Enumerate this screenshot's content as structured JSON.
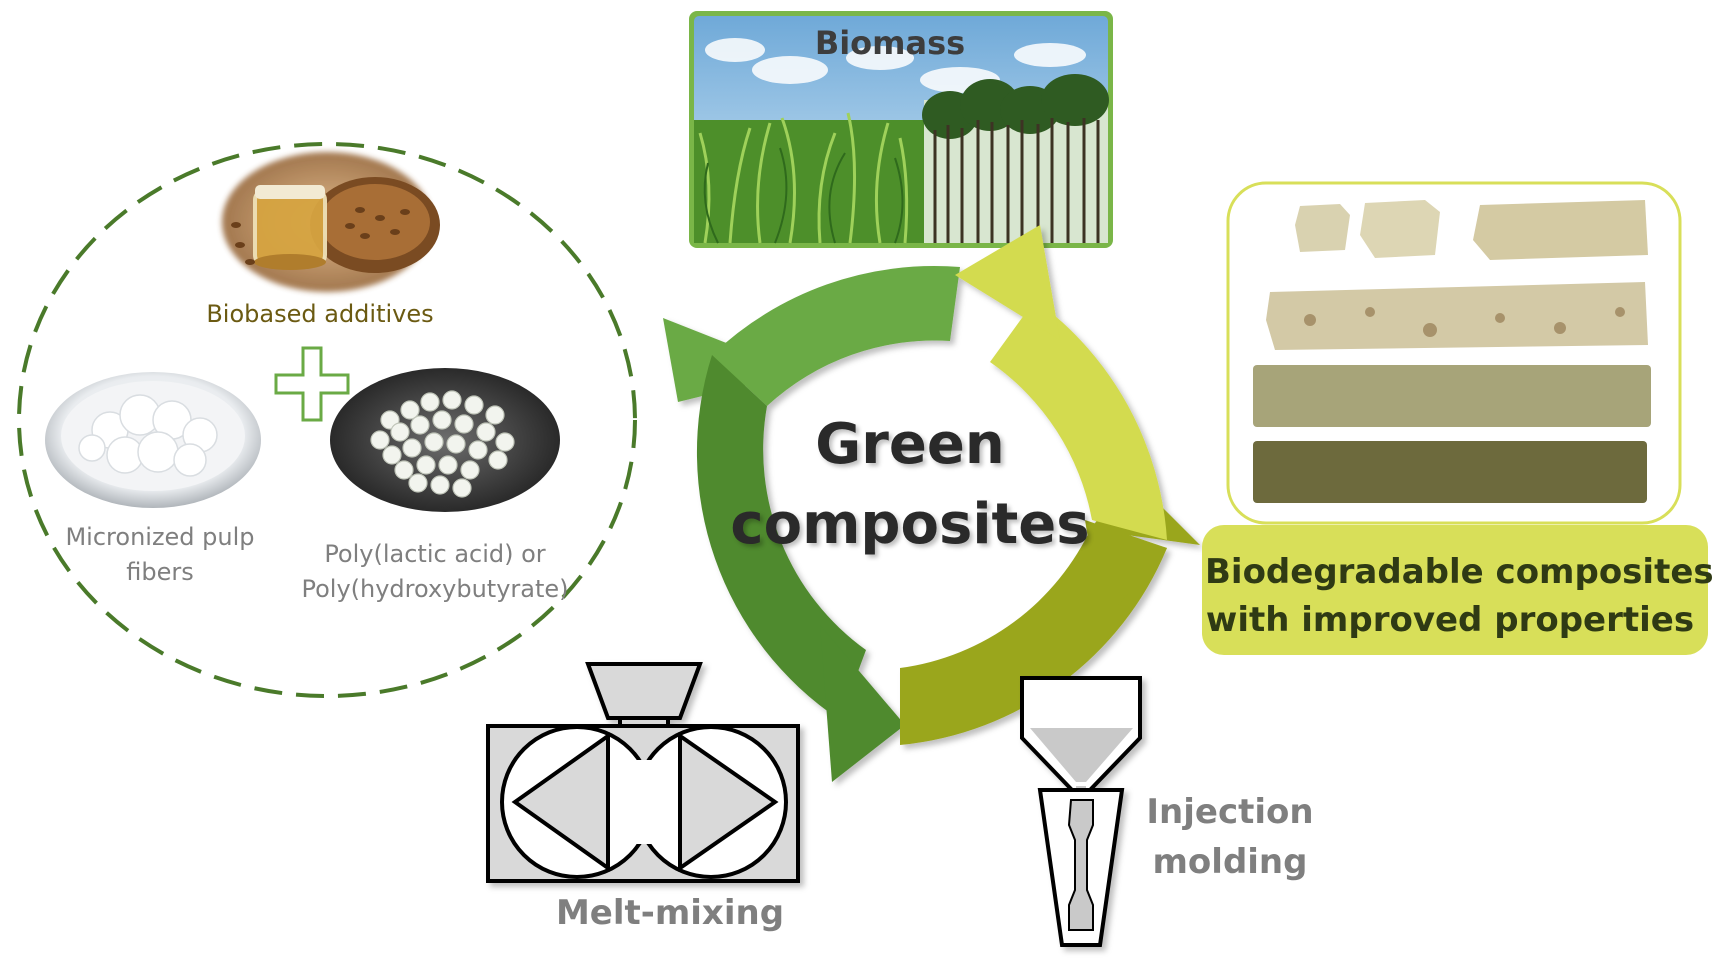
{
  "center": {
    "title_line1": "Green",
    "title_line2": "composites"
  },
  "biomass": {
    "label": "Biomass"
  },
  "inputs": {
    "additives_label": "Biobased additives",
    "pulp_label_line1": "Micronized pulp",
    "pulp_label_line2": "fibers",
    "polymer_label_line1": "Poly(lactic acid) or",
    "polymer_label_line2": "Poly(hydroxybutyrate)"
  },
  "process": {
    "melt_mixing_label": "Melt-mixing",
    "injection_label_line1": "Injection",
    "injection_label_line2": "molding"
  },
  "result": {
    "label_line1": "Biodegradable composites",
    "label_line2": "with improved properties"
  },
  "colors": {
    "dark_green": "#4f8a2e",
    "mid_green": "#6aaa45",
    "olive": "#9aa61c",
    "yellow_green": "#d3db4f",
    "result_box": "#d8df59",
    "dashed_circle": "#4a7a2a"
  }
}
